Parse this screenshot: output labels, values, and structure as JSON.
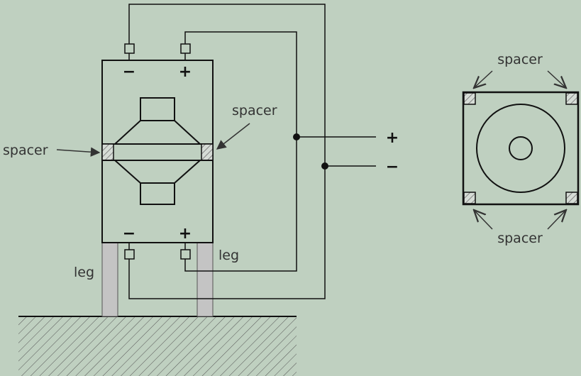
{
  "diagram": {
    "labels": {
      "spacer_left": "spacer",
      "spacer_right": "spacer",
      "leg_left": "leg",
      "leg_right": "leg",
      "top_terminal_minus": "−",
      "top_terminal_plus": "+",
      "bottom_terminal_minus": "−",
      "bottom_terminal_plus": "+",
      "supply_plus": "+",
      "supply_minus": "−",
      "top_view_spacer_top": "spacer",
      "top_view_spacer_bottom": "spacer"
    },
    "colors": {
      "background": "#bfd0c0",
      "line": "#111111",
      "leg_fill": "#c4c4c4",
      "spacer_hatch": "#8a8a8a",
      "text": "#333333"
    }
  }
}
